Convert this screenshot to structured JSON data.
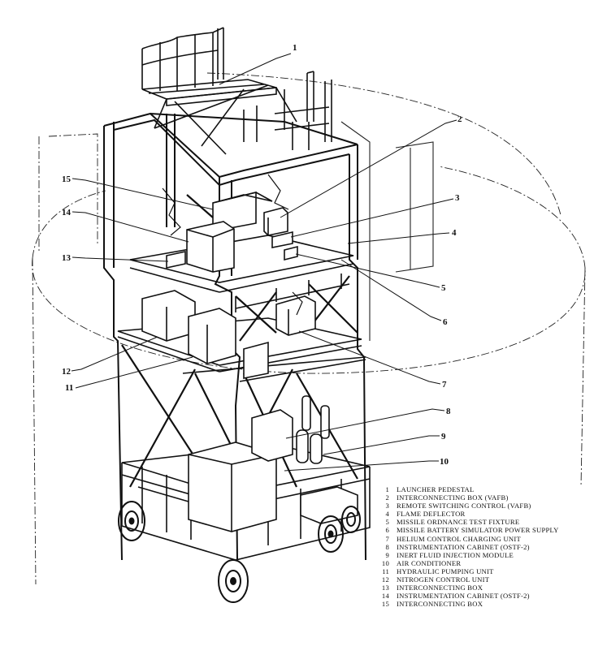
{
  "callouts": [
    {
      "number": "1"
    },
    {
      "number": "2"
    },
    {
      "number": "3"
    },
    {
      "number": "4"
    },
    {
      "number": "5"
    },
    {
      "number": "6"
    },
    {
      "number": "7"
    },
    {
      "number": "8"
    },
    {
      "number": "9"
    },
    {
      "number": "10"
    },
    {
      "number": "11"
    },
    {
      "number": "12"
    },
    {
      "number": "13"
    },
    {
      "number": "14"
    },
    {
      "number": "15"
    }
  ],
  "legend": [
    {
      "number": "1",
      "text": "LAUNCHER PEDESTAL"
    },
    {
      "number": "2",
      "text": "INTERCONNECTING BOX (VAFB)"
    },
    {
      "number": "3",
      "text": "REMOTE SWITCHING CONTROL (VAFB)"
    },
    {
      "number": "4",
      "text": "FLAME DEFLECTOR"
    },
    {
      "number": "5",
      "text": "MISSILE ORDNANCE TEST FIXTURE"
    },
    {
      "number": "6",
      "text": "MISSILE BATTERY SIMULATOR POWER SUPPLY"
    },
    {
      "number": "7",
      "text": "HELIUM CONTROL CHARGING UNIT"
    },
    {
      "number": "8",
      "text": "INSTRUMENTATION CABINET (OSTF-2)"
    },
    {
      "number": "9",
      "text": "INERT FLUID INJECTION MODULE"
    },
    {
      "number": "10",
      "text": "AIR CONDITIONER"
    },
    {
      "number": "11",
      "text": "HYDRAULIC PUMPING UNIT"
    },
    {
      "number": "12",
      "text": "NITROGEN CONTROL UNIT"
    },
    {
      "number": "13",
      "text": "INTERCONNECTING BOX"
    },
    {
      "number": "14",
      "text": "INSTRUMENTATION CABINET (OSTF-2)"
    },
    {
      "number": "15",
      "text": "INTERCONNECTING BOX"
    }
  ]
}
